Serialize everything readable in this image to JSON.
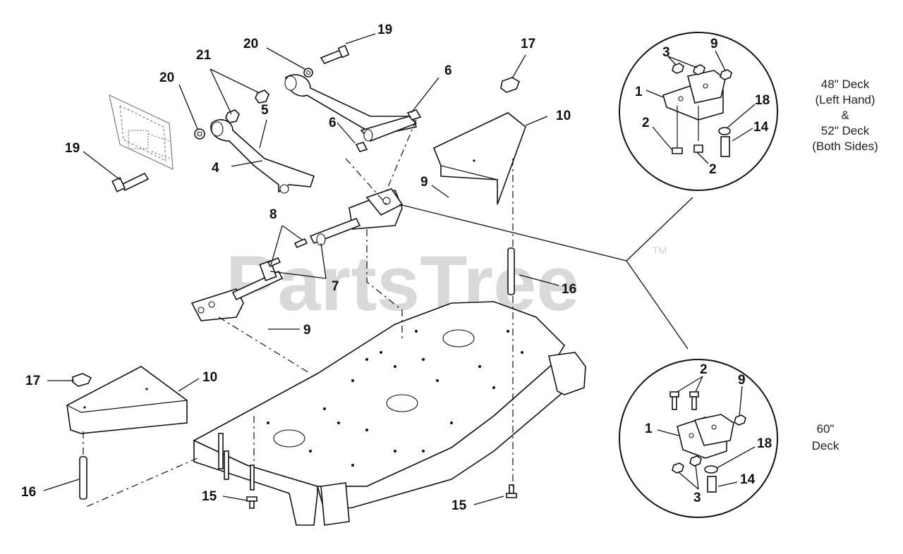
{
  "watermark": {
    "text": "PartsTree",
    "trademark": "TM"
  },
  "callouts": {
    "c19a": "19",
    "c20a": "20",
    "c21": "21",
    "c20b": "20",
    "c5": "5",
    "c19b": "19",
    "c4": "4",
    "c6a": "6",
    "c6b": "6",
    "c17a": "17",
    "c10a": "10",
    "c9a": "9",
    "c8": "8",
    "c7": "7",
    "c16a": "16",
    "c9b": "9",
    "c17b": "17",
    "c10b": "10",
    "c16b": "16",
    "c15a": "15",
    "c15b": "15"
  },
  "detail_upper": {
    "caption": [
      "48\" Deck",
      "(Left Hand)",
      "&",
      "52\" Deck",
      "(Both Sides)"
    ],
    "labels": {
      "n3": "3",
      "n9": "9",
      "n1": "1",
      "n18": "18",
      "n2a": "2",
      "n14": "14",
      "n2b": "2"
    }
  },
  "detail_lower": {
    "caption": [
      "60\"",
      "Deck"
    ],
    "labels": {
      "n2": "2",
      "n9": "9",
      "n1": "1",
      "n18": "18",
      "n14": "14",
      "n3": "3"
    }
  }
}
